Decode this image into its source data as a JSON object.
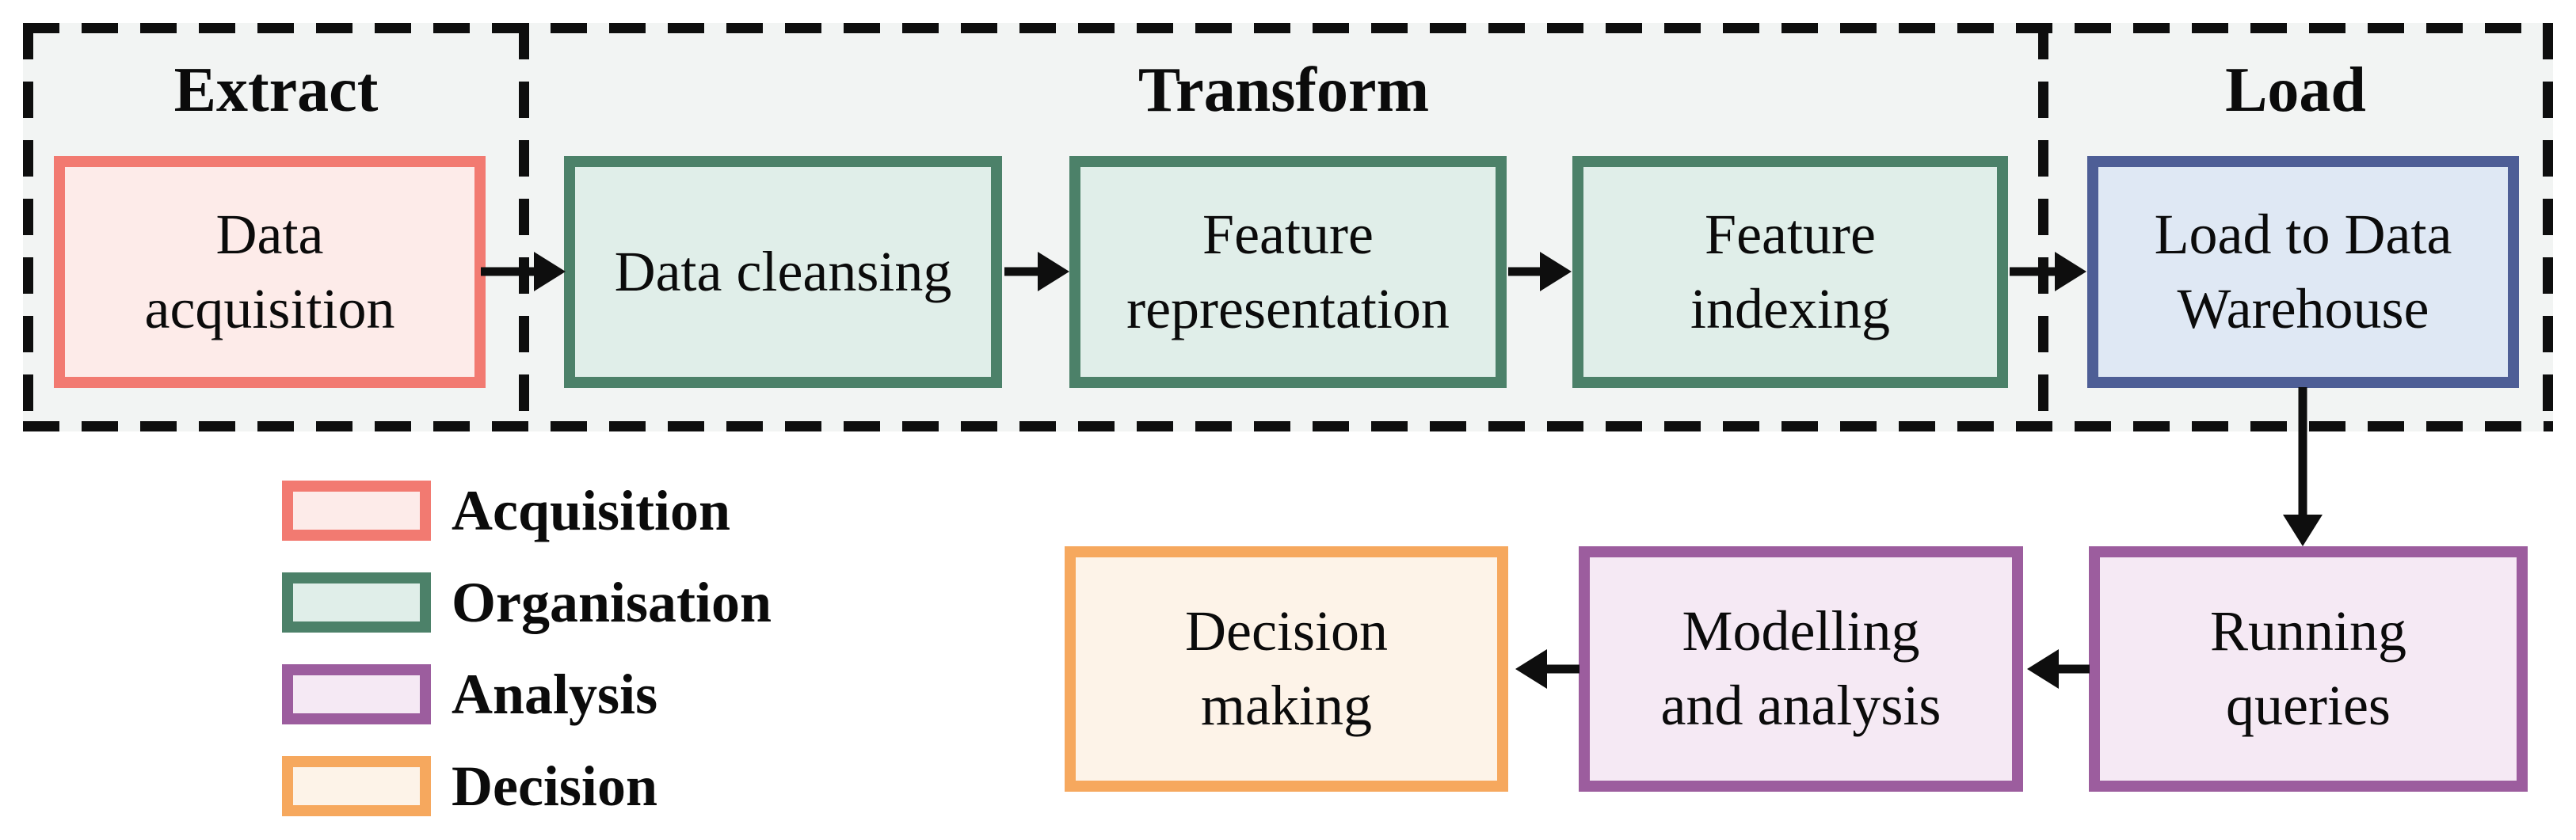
{
  "sections": [
    {
      "label": "Extract"
    },
    {
      "label": "Transform"
    },
    {
      "label": "Load"
    }
  ],
  "nodes": [
    {
      "id": "data-acquisition",
      "label": "Data\nacquisition",
      "category": "acquisition",
      "section": "Extract"
    },
    {
      "id": "data-cleansing",
      "label": "Data cleansing",
      "category": "organisation",
      "section": "Transform"
    },
    {
      "id": "feature-representation",
      "label": "Feature\nrepresentation",
      "category": "organisation",
      "section": "Transform"
    },
    {
      "id": "feature-indexing",
      "label": "Feature\nindexing",
      "category": "organisation",
      "section": "Transform"
    },
    {
      "id": "load-to-data-warehouse",
      "label": "Load to Data\nWarehouse",
      "category": "load",
      "section": "Load"
    },
    {
      "id": "running-queries",
      "label": "Running\nqueries",
      "category": "analysis",
      "section": null
    },
    {
      "id": "modelling-and-analysis",
      "label": "Modelling\nand analysis",
      "category": "analysis",
      "section": null
    },
    {
      "id": "decision-making",
      "label": "Decision\nmaking",
      "category": "decision",
      "section": null
    }
  ],
  "edges": [
    {
      "from": "Data acquisition",
      "to": "Data cleansing"
    },
    {
      "from": "Data cleansing",
      "to": "Feature representation"
    },
    {
      "from": "Feature representation",
      "to": "Feature indexing"
    },
    {
      "from": "Feature indexing",
      "to": "Load to Data Warehouse"
    },
    {
      "from": "Load to Data Warehouse",
      "to": "Running queries"
    },
    {
      "from": "Running queries",
      "to": "Modelling and analysis"
    },
    {
      "from": "Modelling and analysis",
      "to": "Decision making"
    }
  ],
  "legend": [
    {
      "label": "Acquisition",
      "border": "#f27a71",
      "fill": "#fdebe9"
    },
    {
      "label": "Organisation",
      "border": "#4c8169",
      "fill": "#e0eee9"
    },
    {
      "label": "Analysis",
      "border": "#9c5d9e",
      "fill": "#f5e9f4"
    },
    {
      "label": "Decision",
      "border": "#f6a85e",
      "fill": "#fdf3e8"
    }
  ],
  "colors": {
    "panel_background": "#f2f4f3",
    "dashed_border": "#0e0e0e",
    "arrow": "#0e0e0e",
    "text": "#0b0b0b",
    "load_border": "#4e5e96",
    "load_fill": "#dfe8f4"
  }
}
